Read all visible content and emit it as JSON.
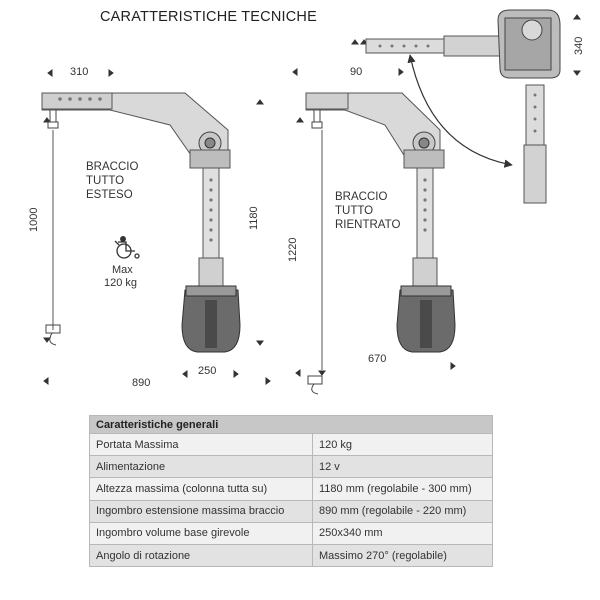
{
  "title": "CARATTERISTICHE TECNICHE",
  "dimensions": {
    "left_top_width": "310",
    "left_height": "1000",
    "left_col_height": "1180",
    "left_base_width": "250",
    "left_span": "890",
    "right_top_width": "90",
    "right_height": "1220",
    "right_span": "670",
    "top_depth": "340"
  },
  "labels": {
    "extended_1": "BRACCIO",
    "extended_2": "TUTTO",
    "extended_3": "ESTESO",
    "retracted_1": "BRACCIO",
    "retracted_2": "TUTTO",
    "retracted_3": "RIENTRATO",
    "max_1": "Max",
    "max_2": "120 kg"
  },
  "icons": [
    "wheelchair-icon"
  ],
  "table": {
    "header": "Caratteristiche generali",
    "rows": [
      {
        "label": "Portata Massima",
        "value": "120 kg"
      },
      {
        "label": "Alimentazione",
        "value": "12 v"
      },
      {
        "label": "Altezza massima (colonna tutta su)",
        "value": "1180 mm (regolabile - 300 mm)"
      },
      {
        "label": "Ingombro estensione massima braccio",
        "value": "890 mm (regolabile - 220 mm)"
      },
      {
        "label": "Ingombro volume base girevole",
        "value": "250x340 mm"
      },
      {
        "label": "Angolo di rotazione",
        "value": "Massimo 270° (regolabile)"
      }
    ]
  }
}
